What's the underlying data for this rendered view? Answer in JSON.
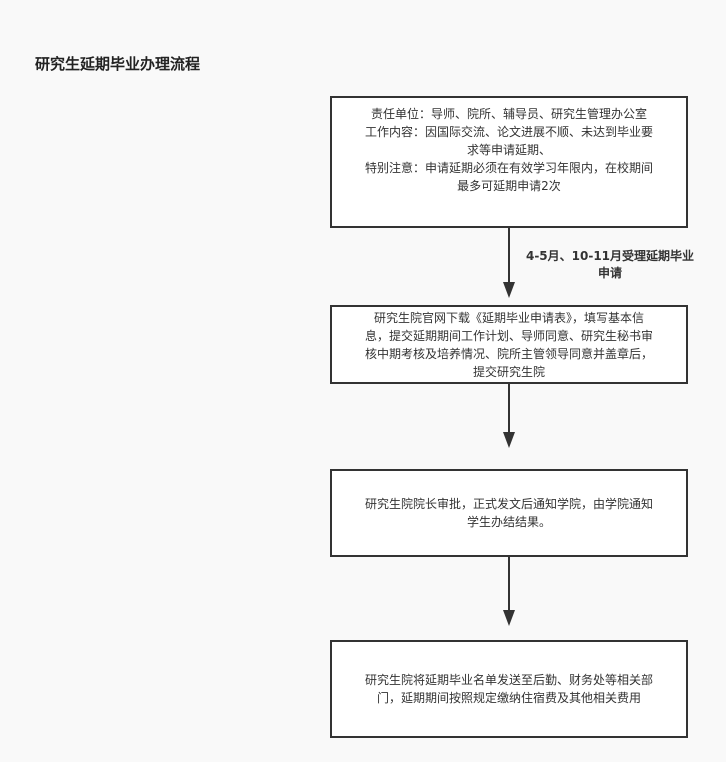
{
  "title": "研究生延期毕业办理流程",
  "steps": [
    {
      "lines": [
        "责任单位：导师、院所、辅导员、研究生管理办公室",
        "工作内容：因国际交流、论文进展不顺、未达到毕业要",
        "求等申请延期、",
        "特别注意：申请延期必须在有效学习年限内，在校期间",
        "最多可延期申请2次"
      ]
    },
    {
      "lines": [
        "研究生院官网下载《延期毕业申请表》，填写基本信",
        "息，提交延期期间工作计划、导师同意、研究生秘书审",
        "核中期考核及培养情况、院所主管领导同意并盖章后，",
        "提交研究生院"
      ]
    },
    {
      "lines": [
        "研究生院院长审批，正式发文后通知学院，由学院通知",
        "学生办结结果。"
      ]
    },
    {
      "lines": [
        "研究生院将延期毕业名单发送至后勤、财务处等相关部",
        "门，延期期间按照规定缴纳住宿费及其他相关费用"
      ]
    }
  ],
  "edge_label": {
    "lines": [
      "4-5月、10-11月受理延期毕业",
      "申请"
    ]
  }
}
